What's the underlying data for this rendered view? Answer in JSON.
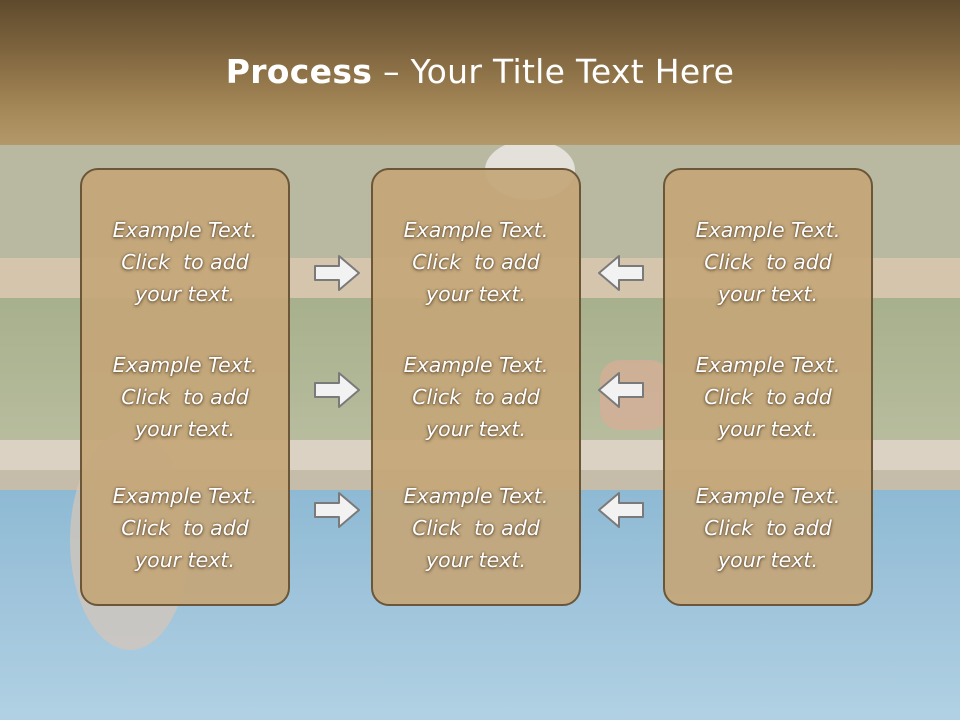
{
  "slide": {
    "title_bold": "Process",
    "title_rest": " – Your Title Text Here",
    "columns": [
      {
        "items": [
          {
            "line1": "Example Text.",
            "line2": "Click  to add",
            "line3": "your text."
          },
          {
            "line1": "Example Text.",
            "line2": "Click  to add",
            "line3": "your text."
          },
          {
            "line1": "Example Text.",
            "line2": "Click  to add",
            "line3": "your text."
          }
        ]
      },
      {
        "items": [
          {
            "line1": "Example Text.",
            "line2": "Click  to add",
            "line3": "your text."
          },
          {
            "line1": "Example Text.",
            "line2": "Click  to add",
            "line3": "your text."
          },
          {
            "line1": "Example Text.",
            "line2": "Click  to add",
            "line3": "your text."
          }
        ]
      },
      {
        "items": [
          {
            "line1": "Example Text.",
            "line2": "Click  to add",
            "line3": "your text."
          },
          {
            "line1": "Example Text.",
            "line2": "Click  to add",
            "line3": "your text."
          },
          {
            "line1": "Example Text.",
            "line2": "Click  to add",
            "line3": "your text."
          }
        ]
      }
    ],
    "arrows": {
      "left_group": [
        "right-arrow-icon",
        "right-arrow-icon",
        "right-arrow-icon"
      ],
      "right_group": [
        "left-arrow-icon",
        "left-arrow-icon",
        "left-arrow-icon"
      ]
    }
  },
  "colors": {
    "title_band_dark": "#5e4a2c",
    "title_band_light": "#b3986a",
    "box_fill": "#c4a678",
    "box_border": "#6b5638",
    "arrow_fill": "#f2f2f2",
    "arrow_stroke": "#7a7a7a",
    "text": "#ffffff"
  }
}
